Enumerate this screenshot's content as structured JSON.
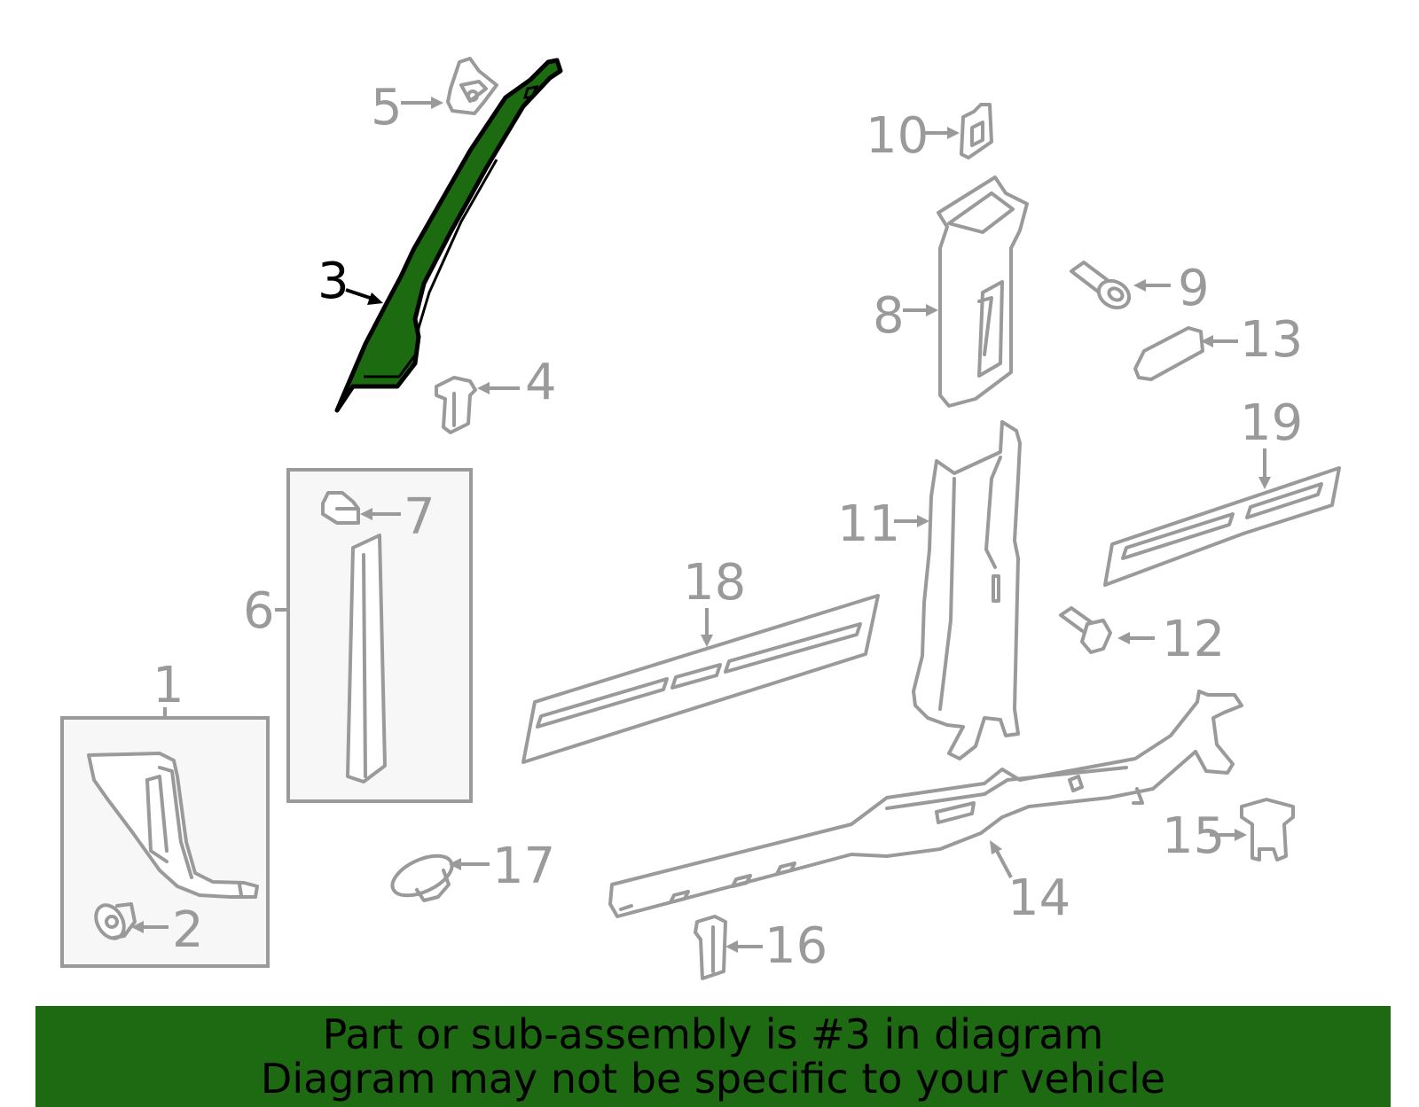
{
  "callouts": {
    "c1": "1",
    "c2": "2",
    "c3": "3",
    "c4": "4",
    "c5": "5",
    "c6": "6",
    "c7": "7",
    "c8": "8",
    "c9": "9",
    "c10": "10",
    "c11": "11",
    "c12": "12",
    "c13": "13",
    "c14": "14",
    "c15": "15",
    "c16": "16",
    "c17": "17",
    "c18": "18",
    "c19": "19"
  },
  "highlighted_part": "3",
  "colors": {
    "highlight": "#1c6b10",
    "banner": "#1e6a12",
    "outline": "#9a9a9a"
  },
  "banner": {
    "line1": "Part or sub-assembly is #3 in diagram",
    "line2": "Diagram may not be specific to your vehicle"
  }
}
